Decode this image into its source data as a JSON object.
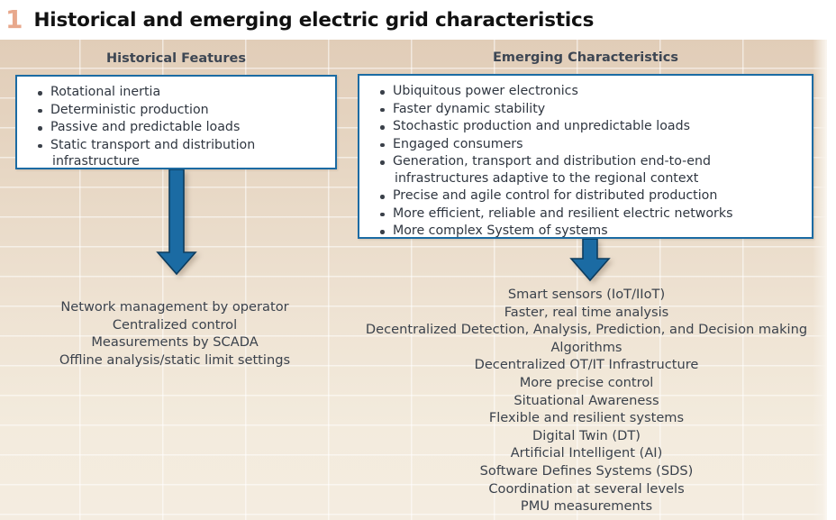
{
  "title": {
    "number": "1",
    "text": "Historical and emerging electric grid characteristics",
    "number_color": "#e8a88c"
  },
  "columns": {
    "historical": {
      "heading": "Historical Features",
      "features": [
        "Rotational inertia",
        "Deterministic production",
        "Passive and predictable loads",
        "Static transport and distribution",
        "infrastructure"
      ],
      "outcomes": [
        "Network management by operator",
        "Centralized control",
        "Measurements by SCADA",
        "Offline analysis/static limit settings"
      ]
    },
    "emerging": {
      "heading": "Emerging Characteristics",
      "features": [
        "Ubiquitous power electronics",
        "Faster dynamic stability",
        "Stochastic production and unpredictable loads",
        "Engaged consumers",
        "Generation, transport and distribution end-to-end",
        "infrastructures adaptive to the regional context",
        "Precise and agile control for distributed production",
        "More efficient, reliable and resilient electric networks",
        "More complex System of systems"
      ],
      "outcomes": [
        "Smart sensors (IoT/IIoT)",
        "Faster, real time analysis",
        "Decentralized Detection, Analysis, Prediction, and Decision making Algorithms",
        "Decentralized OT/IT Infrastructure",
        "More precise control",
        "Situational Awareness",
        "Flexible and resilient systems",
        "Digital Twin (DT)",
        "Artificial Intelligent (AI)",
        "Software Defines Systems (SDS)",
        "Coordination at several levels",
        "PMU measurements"
      ]
    }
  },
  "arrows": {
    "left_label": "down-arrow-historical",
    "right_label": "down-arrow-emerging",
    "color": "#1b6ba3"
  },
  "theme": {
    "box_border": "#1b6ba3",
    "box_fill": "#ffffff",
    "background_top": "#e1cdb8",
    "background_bottom": "#f4ece0",
    "text_color": "#3b424c"
  }
}
